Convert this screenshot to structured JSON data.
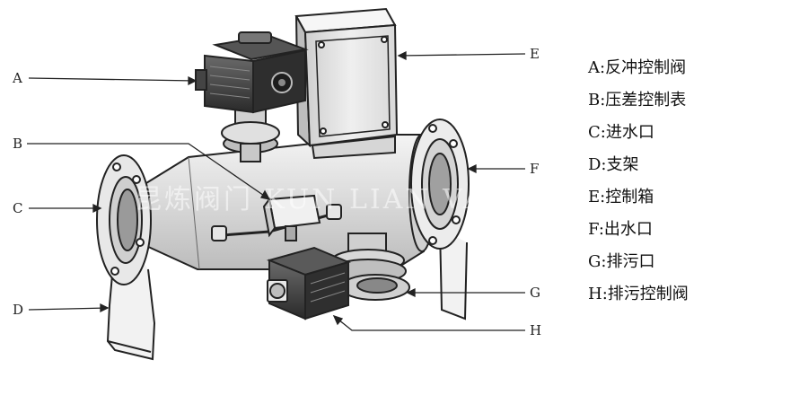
{
  "callouts": {
    "A": "A",
    "B": "B",
    "C": "C",
    "D": "D",
    "E": "E",
    "F": "F",
    "G": "G",
    "H": "H"
  },
  "legend": [
    {
      "key": "A:",
      "text": "反冲控制阀"
    },
    {
      "key": "B:",
      "text": "压差控制表"
    },
    {
      "key": "C:",
      "text": "进水口"
    },
    {
      "key": "D:",
      "text": "支架"
    },
    {
      "key": "E:",
      "text": "控制箱"
    },
    {
      "key": "F:",
      "text": "出水口"
    },
    {
      "key": "G:",
      "text": "排污口"
    },
    {
      "key": "H:",
      "text": "排污控制阀"
    }
  ],
  "watermark": {
    "text": "昆炼阀门 KUN LIAN VALVE"
  },
  "colors": {
    "line": "#222222",
    "body": "#e6e6e6",
    "dark": "#3a3a3a"
  }
}
